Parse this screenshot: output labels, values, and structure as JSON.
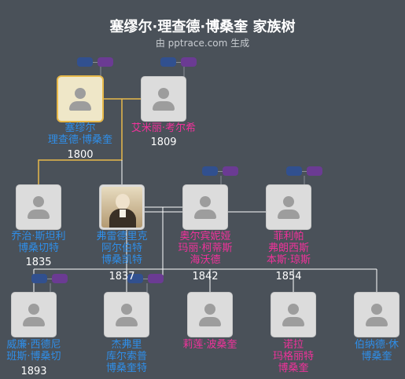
{
  "title": "塞缪尔·理查德·博桑奎 家族树",
  "subtitle": "由 pptrace.com 生成",
  "colors": {
    "male": "#2f8ee8",
    "female": "#f0329b",
    "line": "#ffffff",
    "highlight": "#e8b94a"
  },
  "people": [
    {
      "name_lines": [
        "塞缪尔",
        "理查德·博桑奎"
      ],
      "year": "1800",
      "gender": "male",
      "selected": true
    },
    {
      "name_lines": [
        "艾米丽·考尔希"
      ],
      "year": "1809",
      "gender": "female"
    },
    {
      "name_lines": [
        "乔治·斯坦利",
        "博桑切特"
      ],
      "year": "1835",
      "gender": "male"
    },
    {
      "name_lines": [
        "弗雷德里克",
        "阿尔伯特",
        "博桑凯特"
      ],
      "year": "1837",
      "gender": "male",
      "portrait": true
    },
    {
      "name_lines": [
        "奥尔宾妮娅",
        "玛丽·柯蒂斯",
        "海沃德"
      ],
      "year": "1842",
      "gender": "female"
    },
    {
      "name_lines": [
        "菲利帕",
        "弗朗西斯",
        "本斯·琼斯"
      ],
      "year": "1854",
      "gender": "female"
    },
    {
      "name_lines": [
        "威廉·西德尼",
        "班斯·博桑切"
      ],
      "year": "1893",
      "gender": "male"
    },
    {
      "name_lines": [
        "杰弗里",
        "库尔索普",
        "博桑奎特"
      ],
      "year": "",
      "gender": "male"
    },
    {
      "name_lines": [
        "莉莲·波桑奎"
      ],
      "year": "",
      "gender": "female"
    },
    {
      "name_lines": [
        "诺拉",
        "玛格丽特",
        "博桑奎"
      ],
      "year": "",
      "gender": "female"
    },
    {
      "name_lines": [
        "伯纳德·休",
        "博桑奎"
      ],
      "year": "",
      "gender": "male"
    }
  ]
}
